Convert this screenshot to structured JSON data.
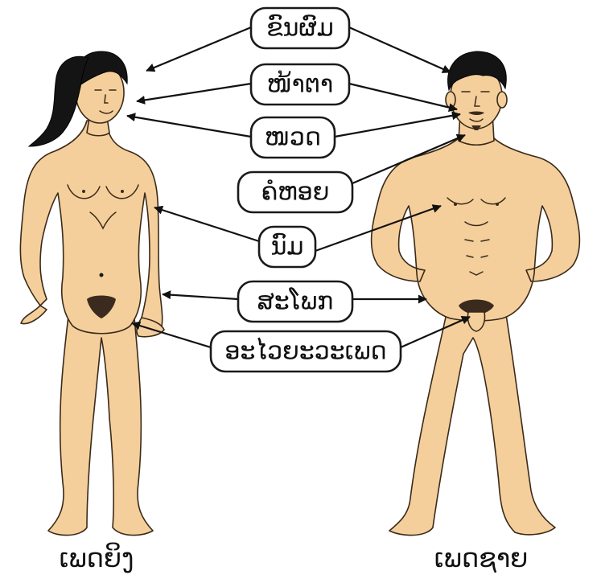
{
  "labels": {
    "hair": "ຂົນຜົມ",
    "face": "ໜ້າຕາ",
    "beard": "ໜວດ",
    "adams_apple": "ຄໍຫອຍ",
    "breast": "ນົມ",
    "hips": "ສະໂພກ",
    "genitals": "ອະໄວຍະວະເພດ"
  },
  "captions": {
    "female": "ເພດຍິງ",
    "male": "ເພດຊາຍ"
  },
  "colors": {
    "skin": "#f5cf9b",
    "hair": "#141414",
    "outline": "#3a2a1a"
  }
}
